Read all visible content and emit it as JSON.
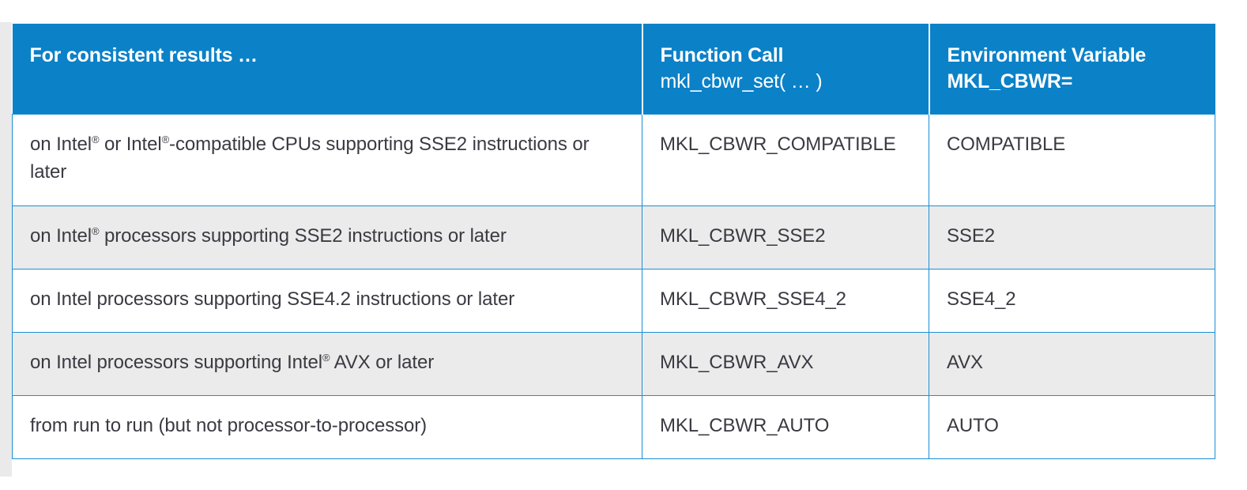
{
  "table": {
    "headers": [
      {
        "line1": "For consistent results …",
        "line2": "",
        "line2_bold": false
      },
      {
        "line1": "Function Call",
        "line2": "mkl_cbwr_set( … )",
        "line2_bold": false
      },
      {
        "line1": "Environment Variable",
        "line2": "MKL_CBWR=",
        "line2_bold": true
      }
    ],
    "rows": [
      {
        "description_parts": [
          {
            "text": "on Intel"
          },
          {
            "text": "®",
            "sup": true
          },
          {
            "text": " or Intel"
          },
          {
            "text": "®",
            "sup": true
          },
          {
            "text": "-compatible CPUs supporting SSE2 instructions or later"
          }
        ],
        "description_plain": "on Intel® or Intel®-compatible CPUs supporting SSE2 instructions or later",
        "function_call": "MKL_CBWR_COMPATIBLE",
        "environment_variable": "COMPATIBLE",
        "shaded": false,
        "tall": true
      },
      {
        "description_parts": [
          {
            "text": "on Intel"
          },
          {
            "text": "®",
            "sup": true
          },
          {
            "text": " processors supporting SSE2 instructions or later"
          }
        ],
        "description_plain": "on Intel® processors supporting SSE2 instructions or later",
        "function_call": "MKL_CBWR_SSE2",
        "environment_variable": "SSE2",
        "shaded": true,
        "tall": false
      },
      {
        "description_parts": [
          {
            "text": "on Intel processors supporting SSE4.2 instructions or later"
          }
        ],
        "description_plain": "on Intel processors supporting SSE4.2 instructions or later",
        "function_call": "MKL_CBWR_SSE4_2",
        "environment_variable": "SSE4_2",
        "shaded": false,
        "tall": false
      },
      {
        "description_parts": [
          {
            "text": "on Intel processors supporting Intel"
          },
          {
            "text": "®",
            "sup": true
          },
          {
            "text": " AVX or later"
          }
        ],
        "description_plain": "on Intel processors supporting Intel® AVX or later",
        "function_call": "MKL_CBWR_AVX",
        "environment_variable": "AVX",
        "shaded": true,
        "tall": false
      },
      {
        "description_parts": [
          {
            "text": "from run to run (but not processor-to-processor)"
          }
        ],
        "description_plain": "from run to run (but not processor-to-processor)",
        "function_call": "MKL_CBWR_AUTO",
        "environment_variable": "AUTO",
        "shaded": false,
        "tall": false
      }
    ]
  },
  "colors": {
    "header_blue": "#0b81c8",
    "border_blue": "#1a8fd6",
    "row_shaded": "#ebebeb",
    "row_plain": "#ffffff",
    "text_dark": "#3a3a42",
    "left_strip_gray": "#eaeaea"
  }
}
